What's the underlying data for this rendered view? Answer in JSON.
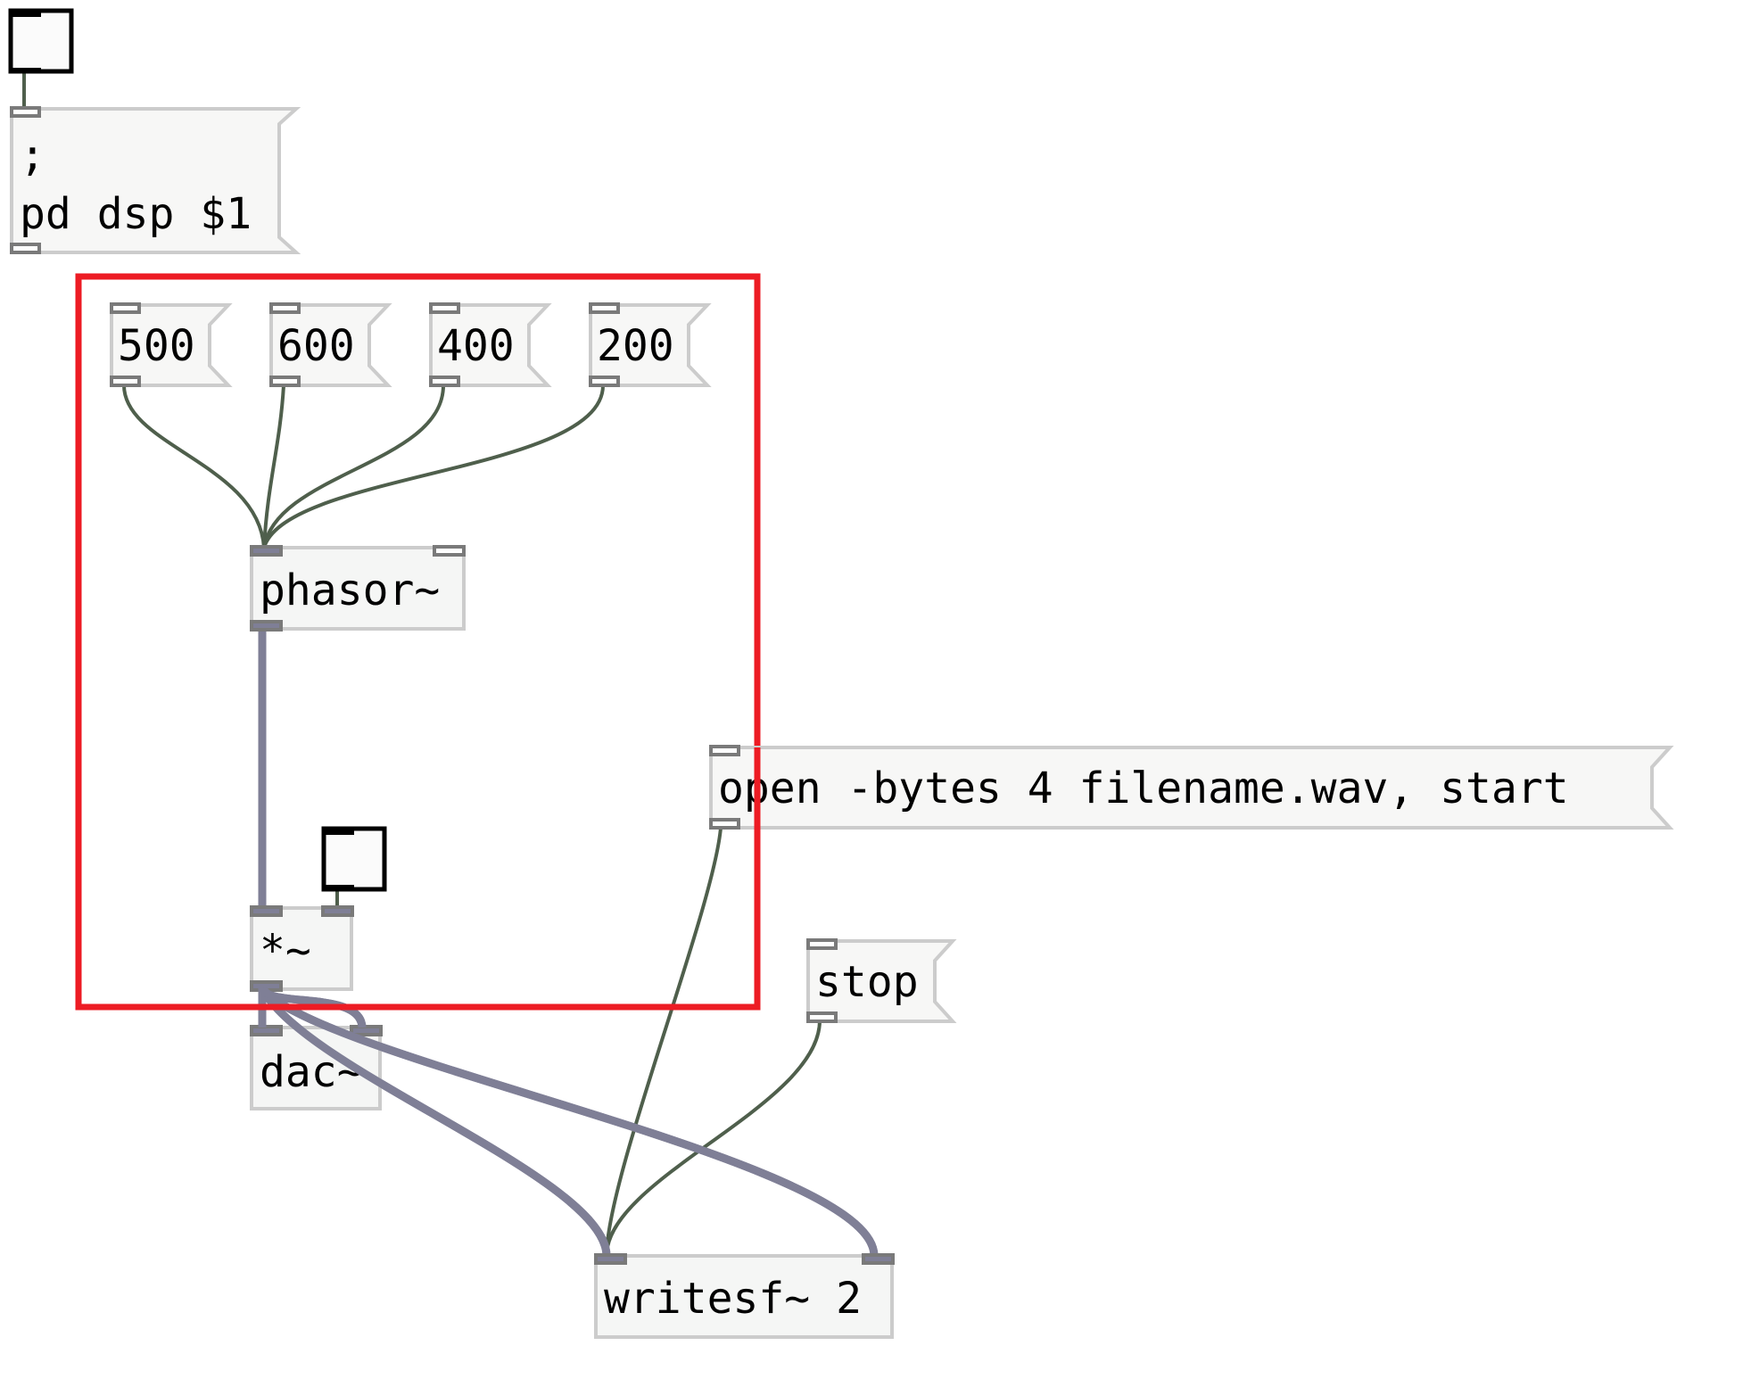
{
  "patch": {
    "highlight_color": "#ed1c24",
    "control_cord_color": "#4f5f4c",
    "signal_cord_color": "#7f7f96",
    "box_border_color": "#cccccc",
    "box_fill_color": "#f5f6f5",
    "msg_fill_color": "#f7f7f6",
    "iolet_color": "#7a7a7a"
  },
  "objects": {
    "dsp_toggle": {
      "type": "toggle",
      "checked": false
    },
    "dsp_message": {
      "type": "message",
      "lines": [
        ";",
        "pd dsp $1"
      ]
    },
    "freq_500": {
      "type": "message",
      "text": "500"
    },
    "freq_600": {
      "type": "message",
      "text": "600"
    },
    "freq_400": {
      "type": "message",
      "text": "400"
    },
    "freq_200": {
      "type": "message",
      "text": "200"
    },
    "phasor": {
      "type": "object",
      "text": "phasor~"
    },
    "gain_toggle": {
      "type": "toggle",
      "checked": false
    },
    "multiply": {
      "type": "object",
      "text": "*~"
    },
    "dac": {
      "type": "object",
      "text": "dac~"
    },
    "open_message": {
      "type": "message",
      "text": "open -bytes 4 filename.wav, start"
    },
    "stop_message": {
      "type": "message",
      "text": "stop"
    },
    "writesf": {
      "type": "object",
      "text": "writesf~ 2"
    }
  },
  "connections": [
    {
      "from": "dsp_toggle",
      "to": "dsp_message",
      "kind": "control"
    },
    {
      "from": "freq_500",
      "to": "phasor",
      "kind": "control"
    },
    {
      "from": "freq_600",
      "to": "phasor",
      "kind": "control"
    },
    {
      "from": "freq_400",
      "to": "phasor",
      "kind": "control"
    },
    {
      "from": "freq_200",
      "to": "phasor",
      "kind": "control"
    },
    {
      "from": "phasor",
      "to": "multiply",
      "kind": "signal"
    },
    {
      "from": "gain_toggle",
      "to": "multiply",
      "inlet": 1,
      "kind": "control"
    },
    {
      "from": "multiply",
      "to": "dac",
      "inlet": 0,
      "kind": "signal"
    },
    {
      "from": "multiply",
      "to": "dac",
      "inlet": 1,
      "kind": "signal"
    },
    {
      "from": "multiply",
      "to": "writesf",
      "inlet": 0,
      "kind": "signal"
    },
    {
      "from": "multiply",
      "to": "writesf",
      "inlet": 1,
      "kind": "signal"
    },
    {
      "from": "open_message",
      "to": "writesf",
      "kind": "control"
    },
    {
      "from": "stop_message",
      "to": "writesf",
      "kind": "control"
    }
  ]
}
